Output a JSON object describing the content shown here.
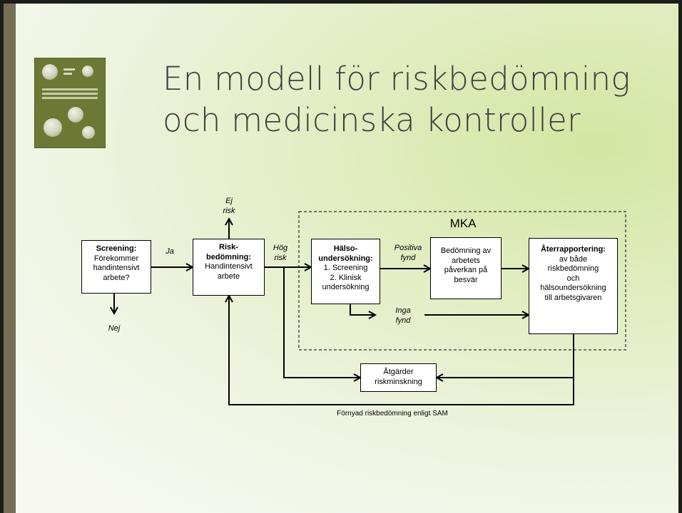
{
  "slide": {
    "title_line1": "En modell för riskbedömning",
    "title_line2": "och medicinska kontroller"
  },
  "colors": {
    "accent_bar": "#766e55",
    "book_cover": "#6c7833",
    "title_text": "#3e3e3e"
  },
  "diagram": {
    "region_label": "MKA",
    "screening": {
      "heading": "Screening:",
      "lines": [
        "Förekommer",
        "handintensivt",
        "arbete?"
      ]
    },
    "riskbedomning": {
      "heading1": "Risk-",
      "heading2": "bedömning:",
      "lines": [
        "Handintensivt",
        "arbete"
      ]
    },
    "halsoundersokning": {
      "heading1": "Hälso-",
      "heading2": "undersökning:",
      "lines": [
        "1. Screening",
        "2. Klinisk",
        "undersökning"
      ]
    },
    "bedomning": {
      "lines": [
        "Bedömning av",
        "arbetets",
        "påverkan på",
        "besvär"
      ]
    },
    "aterrapportering": {
      "heading": "Återrapportering:",
      "lines": [
        "av både",
        "riskbedömning",
        "och",
        "hälsoundersökning",
        "till arbetsgivaren"
      ]
    },
    "atgarder": {
      "lines": [
        "Åtgärder",
        "riskminskning"
      ]
    },
    "labels": {
      "ja": "Ja",
      "nej": "Nej",
      "ej": "Ej",
      "risk": "risk",
      "hog": "Hög",
      "hog_risk": "risk",
      "positiva": "Positiva",
      "positiva_fynd": "fynd",
      "inga": "Inga",
      "inga_fynd": "fynd"
    },
    "footnote": "Förnyad riskbedömning enligt SAM"
  }
}
